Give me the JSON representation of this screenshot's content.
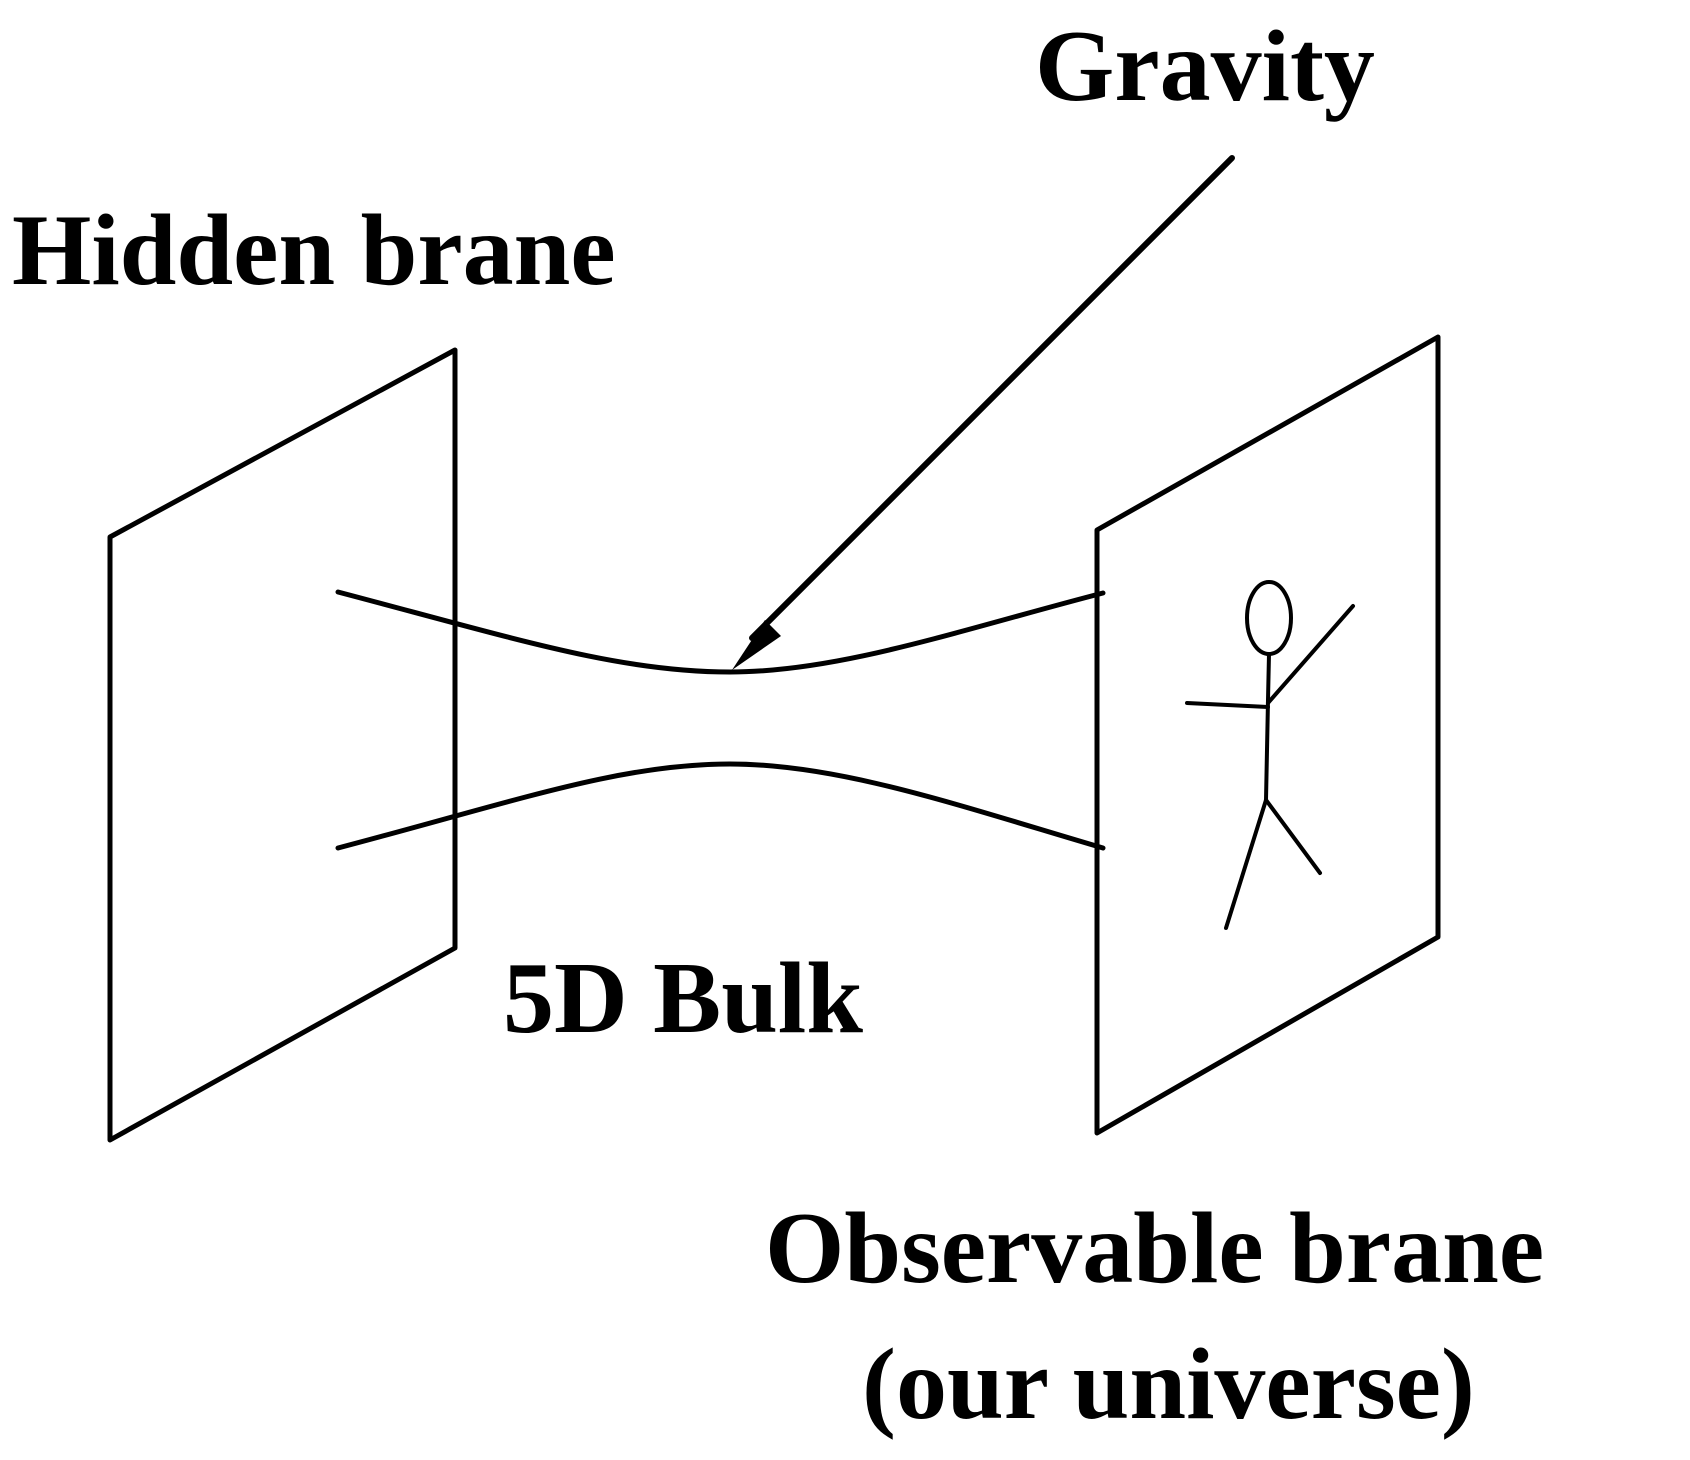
{
  "diagram": {
    "labels": {
      "gravity": "Gravity",
      "hidden_brane": "Hidden brane",
      "bulk": "5D Bulk",
      "observable_brane_line1": "Observable brane",
      "observable_brane_line2": "(our universe)"
    },
    "colors": {
      "ink": "#000000",
      "background": "#ffffff"
    }
  }
}
